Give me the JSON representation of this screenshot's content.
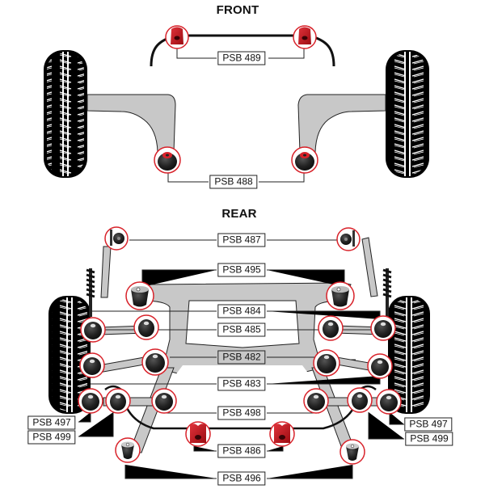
{
  "title": "Suspension Bush Locator Diagram",
  "sections": {
    "front": {
      "title": "FRONT"
    },
    "rear": {
      "title": "REAR"
    }
  },
  "colors": {
    "highlight_ring": "#d8222a",
    "bush_red": "#c4141c",
    "bush_black": "#1a1a1a",
    "arm_grey": "#c8c8c8",
    "tyre": "#000000",
    "line": "#222222"
  },
  "labels": {
    "psb489": "PSB 489",
    "psb488": "PSB 488",
    "psb487": "PSB 487",
    "psb495": "PSB 495",
    "psb484": "PSB 484",
    "psb485": "PSB 485",
    "psb482": "PSB 482",
    "psb483": "PSB 483",
    "psb498": "PSB 498",
    "psb486": "PSB 486",
    "psb496": "PSB 496",
    "psb497_left": "PSB 497",
    "psb499_left": "PSB 499",
    "psb497_right": "PSB 497",
    "psb499_right": "PSB 499"
  }
}
